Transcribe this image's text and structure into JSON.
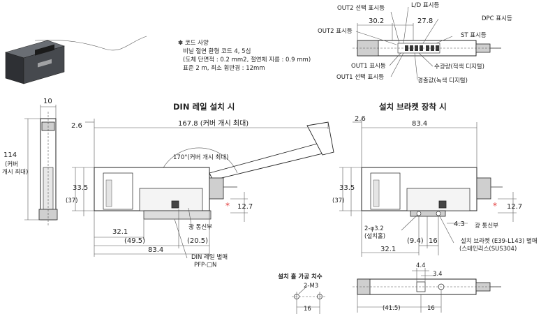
{
  "top_labels": {
    "out2_select": "OUT2 선택 표시등",
    "ld": "L/D 표시등",
    "dpc": "DPC 표시등",
    "out2": "OUT2 표시등",
    "st": "ST 표시등",
    "out1": "OUT1 표시등",
    "received": "수광량(적색 디지털)",
    "out1_select": "OUT1 선택 표시등",
    "threshold": "경출값(녹색 디지털)",
    "dim_30_2": "30.2",
    "dim_27_8": "27.8"
  },
  "cord_spec": {
    "title": "✽ 코드 사양",
    "line1": "비닐 절연 환형 코드 4, 5심",
    "line2": "(도체 단면적 : 0.2 mm2, 절연체 지름 : 0.9 mm)",
    "line3": "표준 2 m, 최소 휨반경 : 12mm"
  },
  "side_view": {
    "dim_width": "10",
    "dim_height": "114",
    "dim_height_note1": "(커버",
    "dim_height_note2": "개시 최대)"
  },
  "din_view": {
    "title": "DIN 레일 설치 시",
    "dim_2_6": "2.6",
    "dim_length": "167.8 (커버 개시 최대)",
    "angle": "170°(커버 개시 최대)",
    "dim_33_5": "33.5",
    "dim_37": "(37)",
    "dim_12_7": "12.7",
    "dim_32_1": "32.1",
    "dim_49_5": "(49.5)",
    "dim_20_5": "(20.5)",
    "dim_83_4": "83.4",
    "optical": "광 통신부",
    "rail_label1": "DIN 레일 별매",
    "rail_label2": "PFP-□N",
    "asterisk": "*"
  },
  "bracket_view": {
    "title": "설치 브라켓 장착 시",
    "dim_2_6": "2.6",
    "dim_83_4": "83.4",
    "dim_33_5": "33.5",
    "dim_37": "(37)",
    "dim_12_7": "12.7",
    "dim_4_3": "4.3",
    "optical": "광 통신부",
    "holes1": "2-φ3.2",
    "holes2": "(설치홀)",
    "bracket1": "설치 브라켓 (E39-L143) 별매",
    "bracket2": "(스테인리스(SUS304)",
    "dim_32_1": "32.1",
    "dim_9_4": "(9.4)",
    "dim_16": "16",
    "asterisk": "*"
  },
  "mount_holes": {
    "title": "설치 홀 가공 치수",
    "m3": "2-M3",
    "dim_16": "16"
  },
  "bottom_view": {
    "dim_4_4": "4.4",
    "dim_3_4": "3.4",
    "dim_41_5": "(41.5)",
    "dim_16": "16"
  }
}
